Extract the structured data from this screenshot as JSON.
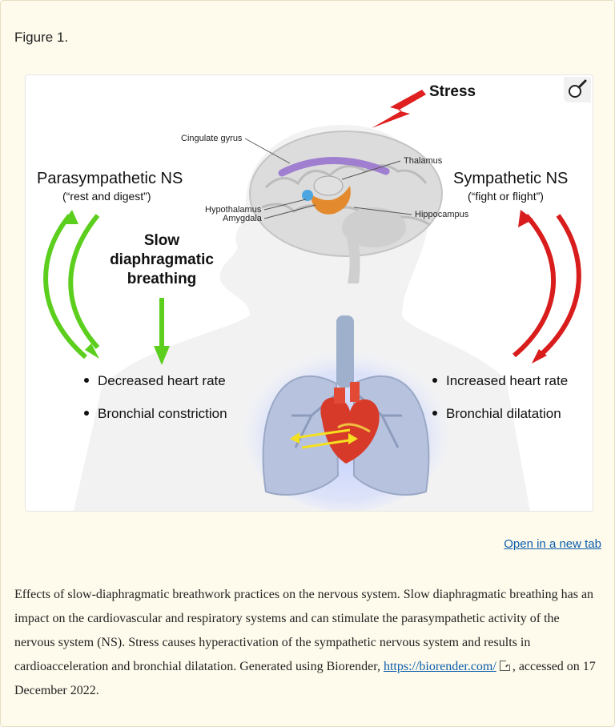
{
  "figure": {
    "label": "Figure 1.",
    "open_link": "Open in a new tab",
    "zoom_icon": "magnifier-icon"
  },
  "diagram": {
    "stress": "Stress",
    "cingulate": "Cingulate gyrus",
    "thalamus": "Thalamus",
    "hypothalamus": "Hypothalamus",
    "amygdala": "Amygdala",
    "hippocampus": "Hippocampus",
    "para_title": "Parasympathetic NS",
    "para_sub": "(“rest and digest”)",
    "symp_title": "Sympathetic NS",
    "symp_sub": "(“fight or flight”)",
    "slow_1": "Slow",
    "slow_2": "diaphragmatic",
    "slow_3": "breathing",
    "left_bullets": [
      "Decreased heart rate",
      "Bronchial constriction"
    ],
    "right_bullets": [
      "Increased heart rate",
      "Bronchial dilatation"
    ],
    "colors": {
      "green": "#5ccf1e",
      "red": "#d91c1c",
      "link": "#0b5cab"
    }
  },
  "caption": {
    "text": "Effects of slow-diaphragmatic breathwork practices on the nervous system. Slow diaphragmatic breathing has an impact on the cardiovascular and respiratory systems and can stimulate the parasympathetic activity of the nervous system (NS). Stress causes hyperactivation of the sympathetic nervous system and results in cardioacceleration and bronchial dilatation. Generated using Biorender, ",
    "link": "https://biorender.com/",
    "ext_icon": "external-link-icon",
    "tail": ", accessed on 17 December 2022."
  }
}
